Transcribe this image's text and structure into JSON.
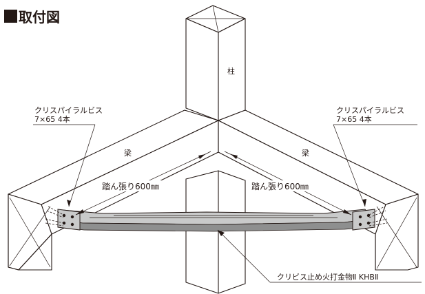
{
  "title": "取付図",
  "labels": {
    "column": "柱",
    "beam_left": "梁",
    "beam_right": "梁",
    "screw_left_line1": "クリスパイラルビス",
    "screw_left_line2": "7×65 4本",
    "screw_right_line1": "クリスパイラルビス",
    "screw_right_line2": "7×65 4本",
    "span_left": "踏ん張り600㎜",
    "span_right": "踏ん張り600㎜",
    "product": "クリビス止め火打金物Ⅱ KHBⅡ"
  },
  "colors": {
    "line": "#231815",
    "bracket_fill": "#c9caca",
    "bracket_dark": "#8e8f8f",
    "background": "#ffffff"
  }
}
